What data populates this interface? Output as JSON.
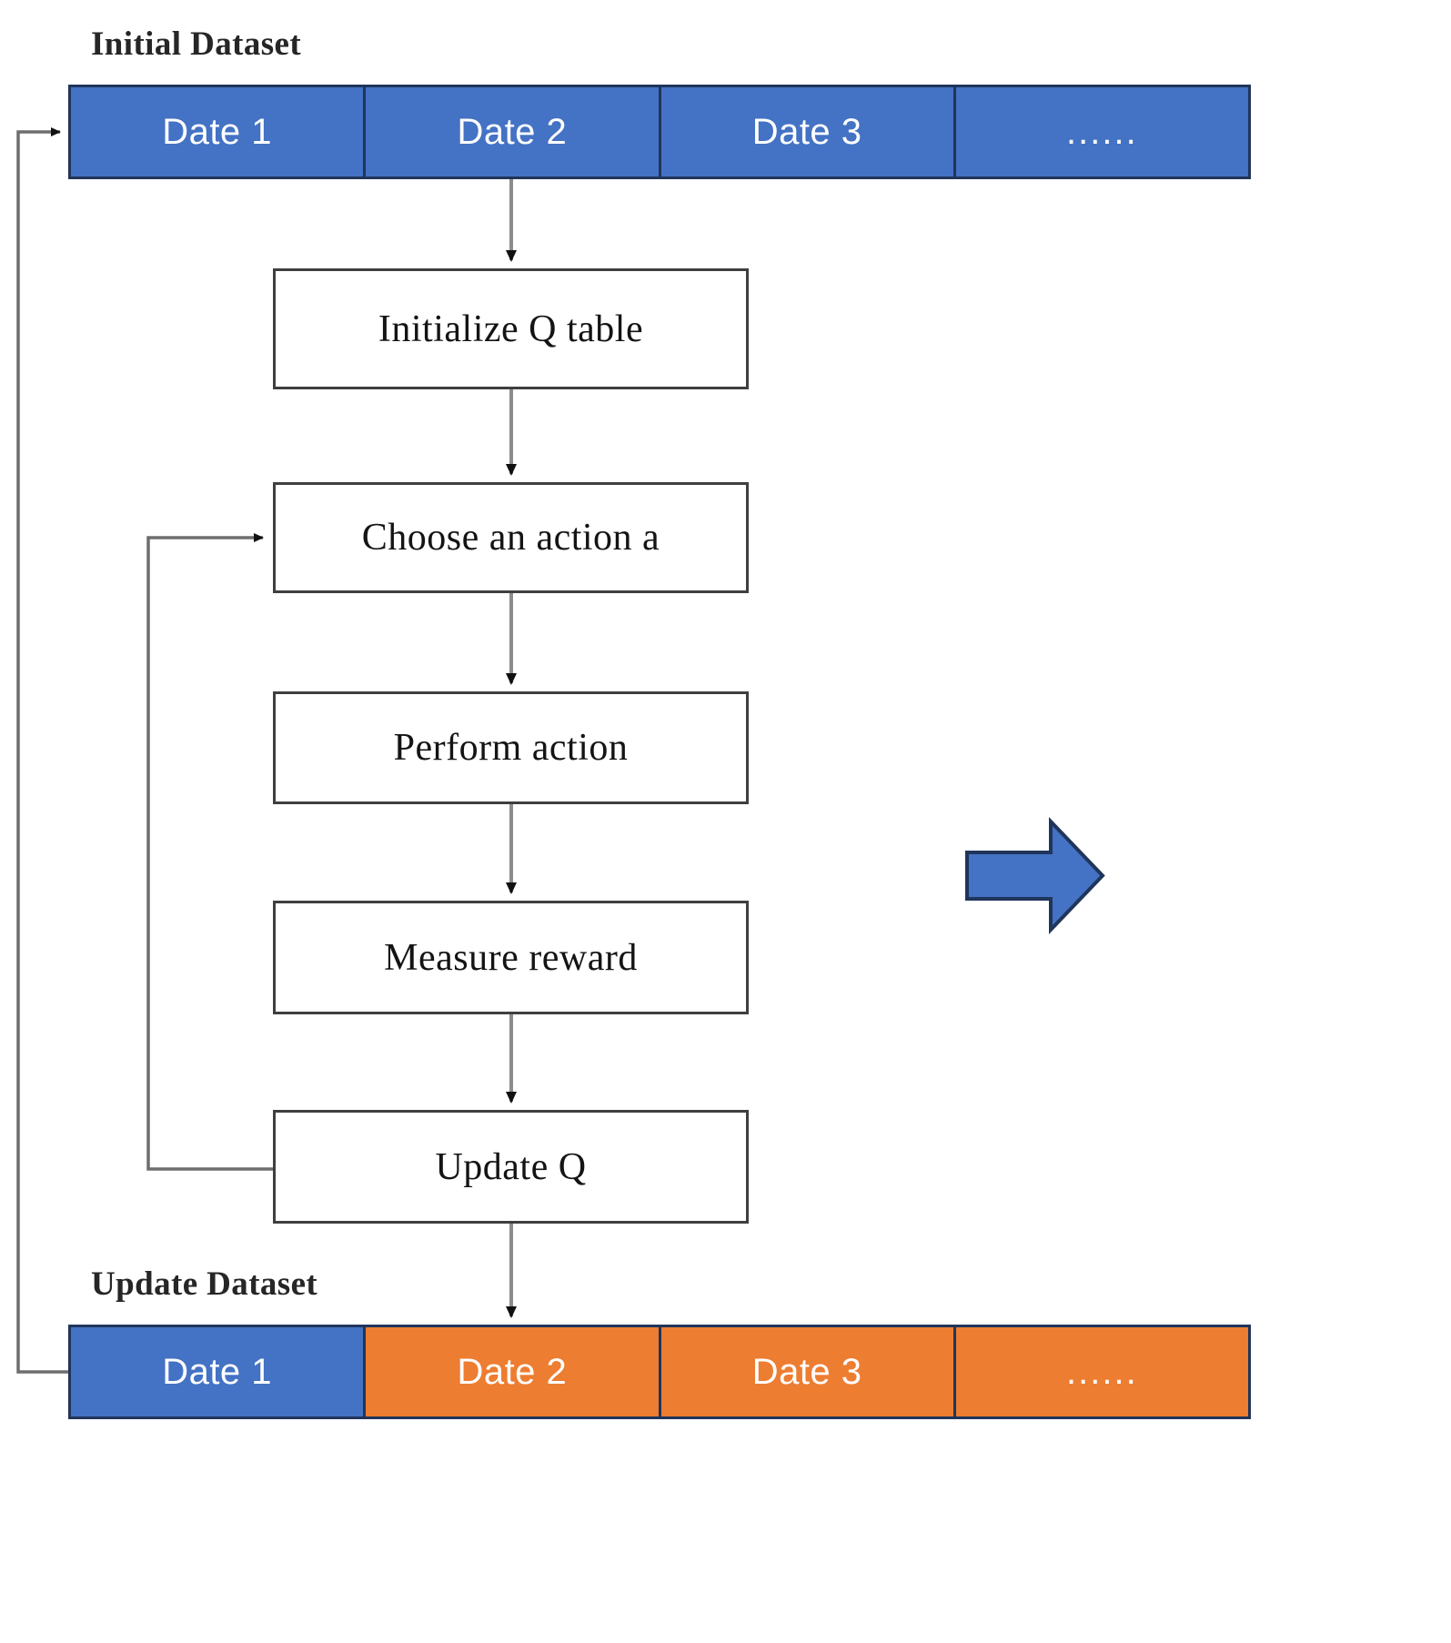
{
  "diagram": {
    "title_initial": "Initial Dataset",
    "title_update": "Update Dataset",
    "colors": {
      "dataset_blue": "#4472C4",
      "dataset_orange": "#ED7D31",
      "dataset_border": "#20355B",
      "box_border": "#3F3F3F",
      "connector": "#7F7F7F",
      "text_dark": "#141414"
    }
  },
  "initial_dataset": {
    "label": "Initial Dataset",
    "cells": [
      {
        "text": "Date 1",
        "color": "blue"
      },
      {
        "text": "Date 2",
        "color": "blue"
      },
      {
        "text": "Date 3",
        "color": "blue"
      },
      {
        "text": "......",
        "color": "blue"
      }
    ]
  },
  "update_dataset": {
    "label": "Update Dataset",
    "cells": [
      {
        "text": "Date 1",
        "color": "blue"
      },
      {
        "text": "Date 2",
        "color": "orange"
      },
      {
        "text": "Date 3",
        "color": "orange"
      },
      {
        "text": "......",
        "color": "orange"
      }
    ]
  },
  "process_steps": [
    {
      "id": "initialize-q-table",
      "label": "Initialize Q table"
    },
    {
      "id": "choose-an-action",
      "label": "Choose an action a"
    },
    {
      "id": "perform-action",
      "label": "Perform  action"
    },
    {
      "id": "measure-reward",
      "label": "Measure reward"
    },
    {
      "id": "update-q",
      "label": "Update Q"
    }
  ],
  "flow_arrows": [
    {
      "from": "initial-dataset",
      "to": "initialize-q-table"
    },
    {
      "from": "initialize-q-table",
      "to": "choose-an-action"
    },
    {
      "from": "choose-an-action",
      "to": "perform-action"
    },
    {
      "from": "perform-action",
      "to": "measure-reward"
    },
    {
      "from": "measure-reward",
      "to": "update-q"
    },
    {
      "from": "update-q",
      "to": "update-dataset"
    },
    {
      "from": "update-q",
      "to": "choose-an-action",
      "type": "feedback-loop"
    },
    {
      "from": "update-dataset",
      "to": "initial-dataset",
      "type": "outer-loop"
    }
  ],
  "callout": {
    "arrow_direction": "right"
  }
}
